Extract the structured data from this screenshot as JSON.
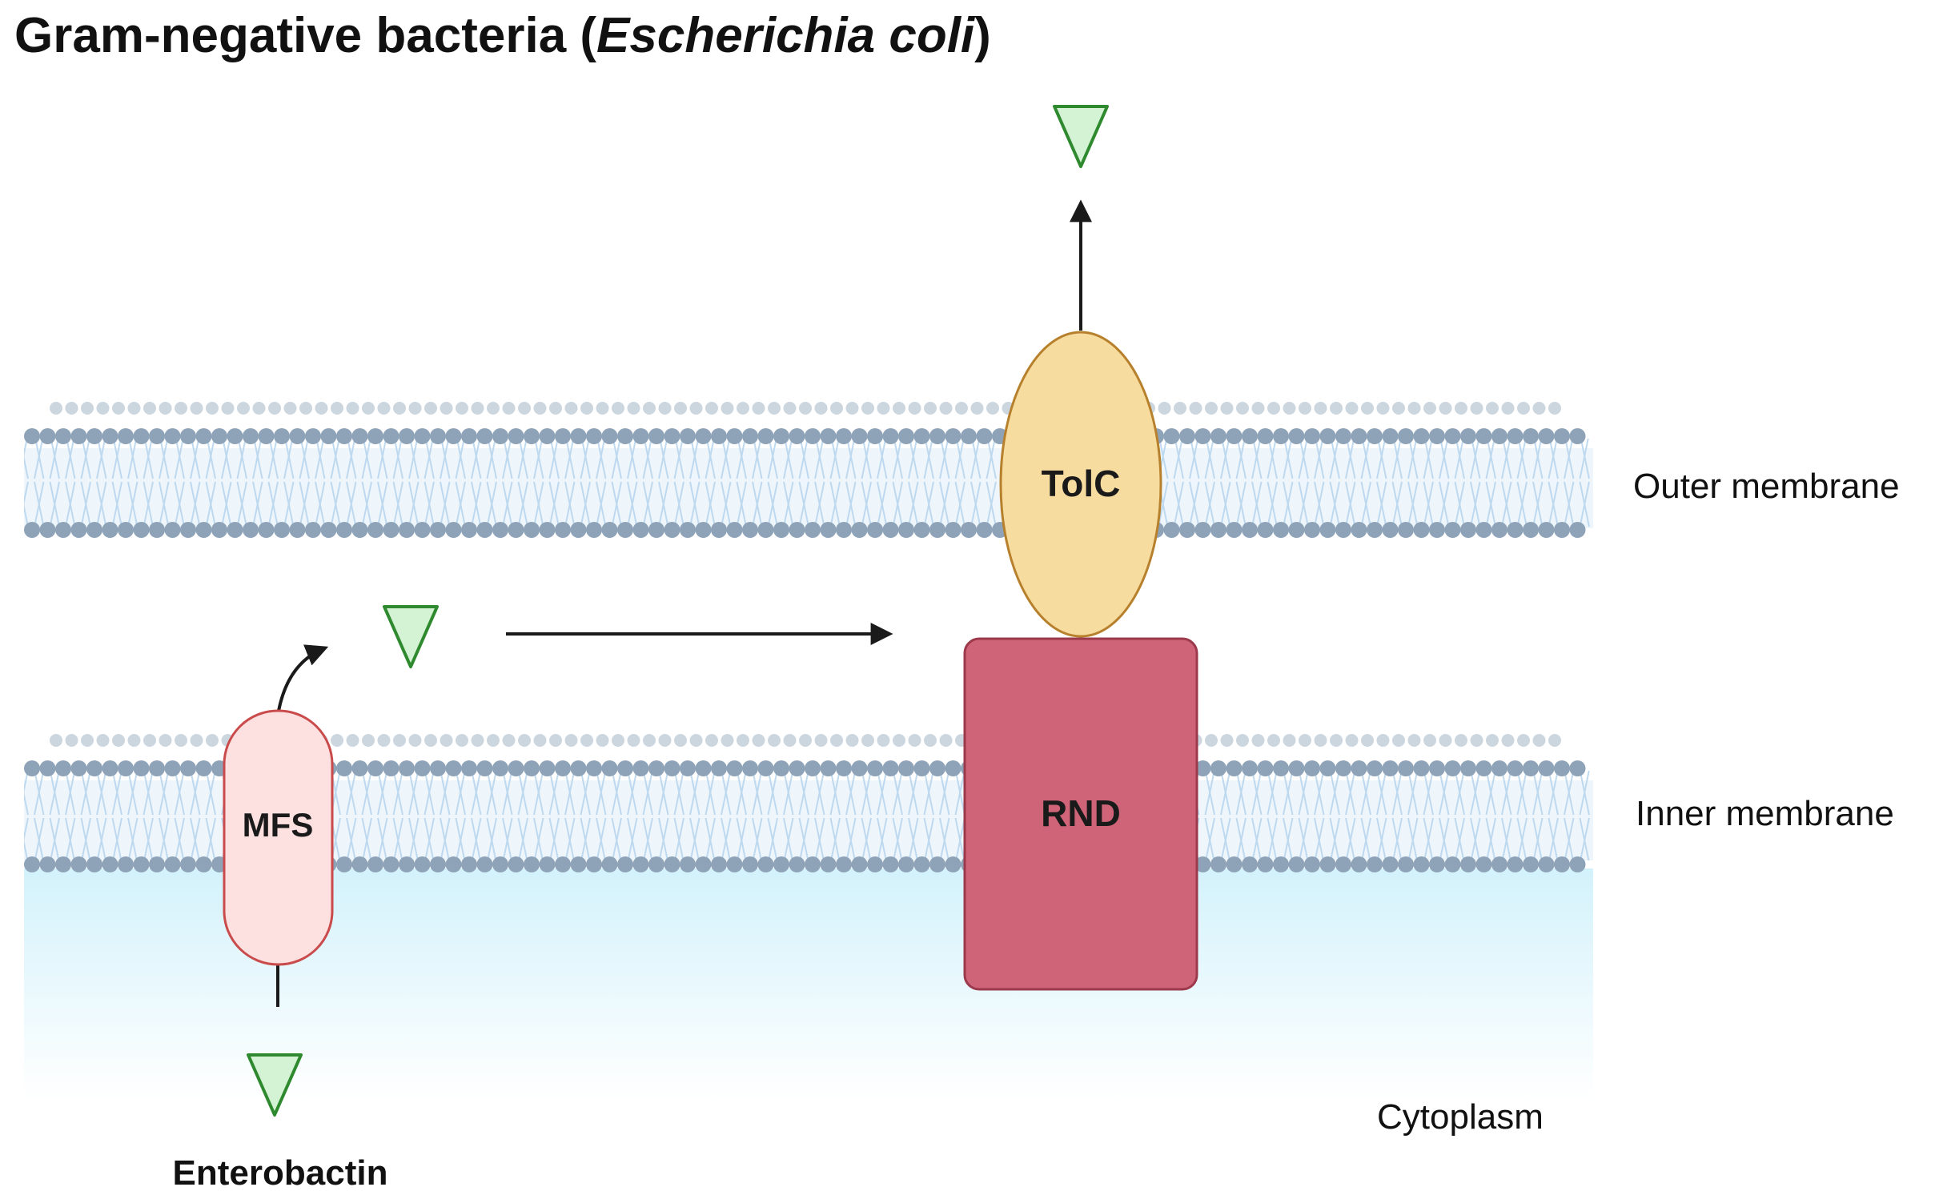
{
  "title": {
    "prefix": "Gram-negative bacteria (",
    "species": "Escherichia coli",
    "suffix": ")"
  },
  "labels": {
    "outer_membrane": "Outer membrane",
    "inner_membrane": "Inner membrane",
    "cytoplasm": "Cytoplasm",
    "enterobactin": "Enterobactin"
  },
  "proteins": {
    "tolc": "TolC",
    "rnd": "RND",
    "mfs": "MFS"
  },
  "colors": {
    "membrane_head": "#8fa3b8",
    "membrane_tail": "#b9d6ee",
    "cytoplasm_top": "#d3f2fb",
    "tolc_fill": "#f7dca0",
    "tolc_stroke": "#b7802c",
    "rnd_fill": "#cf6479",
    "rnd_stroke": "#9c3a4c",
    "mfs_fill": "#fde0e0",
    "mfs_stroke": "#c94b4b",
    "enterobactin_fill": "#d4f2d4",
    "enterobactin_stroke": "#2f8a2f",
    "arrow": "#1a1a1a"
  }
}
